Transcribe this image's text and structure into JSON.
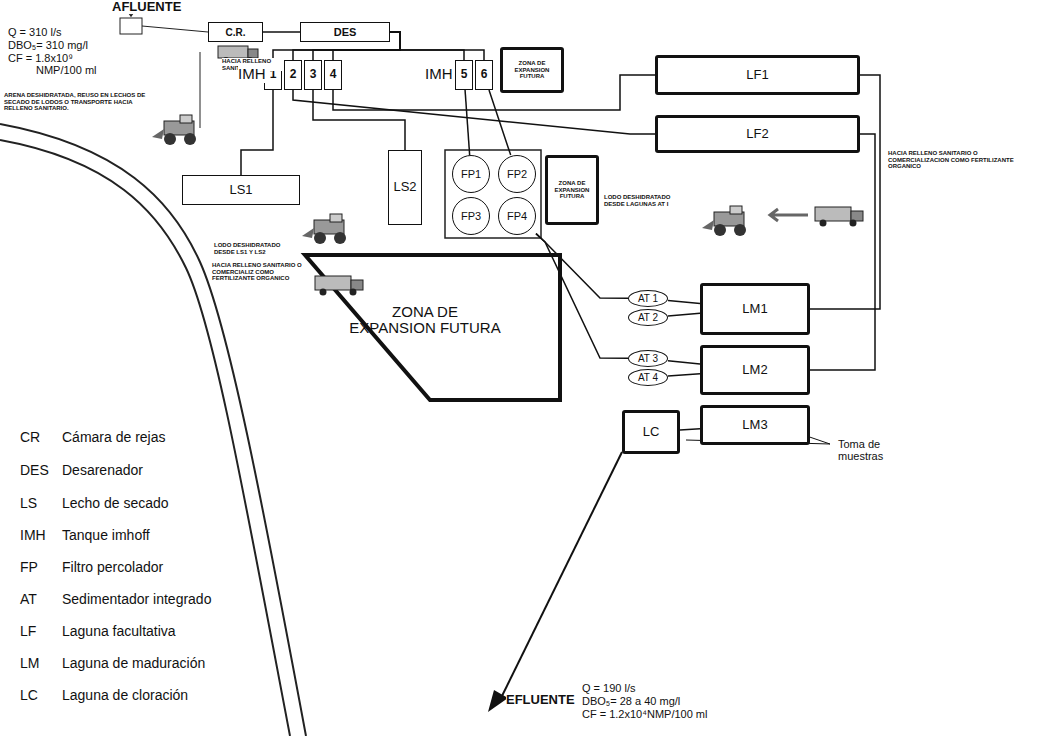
{
  "diagram": {
    "nodes": [
      {
        "text": [
          "C.R."
        ]
      },
      {
        "text": [
          "DES"
        ]
      },
      {
        "text": [
          "1"
        ]
      },
      {
        "text": [
          "2"
        ]
      },
      {
        "text": [
          "3"
        ]
      },
      {
        "text": [
          "4"
        ]
      },
      {
        "text": [
          "5"
        ]
      },
      {
        "text": [
          "6"
        ]
      },
      {
        "text": [
          "ZONA DE EXPANSION FUTURA"
        ]
      },
      {
        "text": [
          "LF1"
        ]
      },
      {
        "text": [
          "LF2"
        ]
      },
      {
        "text": [
          "LS1"
        ]
      },
      {
        "text": [
          "LS2"
        ]
      },
      {
        "text": [
          "FP1"
        ]
      },
      {
        "text": [
          "FP2"
        ]
      },
      {
        "text": [
          "FP3"
        ]
      },
      {
        "text": [
          "FP4"
        ]
      },
      {
        "text": [
          "ZONA DE EXPANSION FUTURA"
        ]
      },
      {
        "text": [
          "ZONA DE EXPANSION FUTURA"
        ]
      },
      {
        "text": [
          "AT 1"
        ]
      },
      {
        "text": [
          "AT 2"
        ]
      },
      {
        "text": [
          "AT 3"
        ]
      },
      {
        "text": [
          "AT 4"
        ]
      },
      {
        "text": [
          "LM1"
        ]
      },
      {
        "text": [
          "LM2"
        ]
      },
      {
        "text": [
          "LC"
        ]
      },
      {
        "text": [
          "LM3"
        ]
      }
    ],
    "edges": [
      {
        "from": 0,
        "to": 1,
        "arrow": "none"
      },
      {
        "from": 1,
        "to": 2,
        "arrow": "none"
      },
      {
        "from": 1,
        "to": 3,
        "arrow": "none"
      },
      {
        "from": 1,
        "to": 4,
        "arrow": "none"
      },
      {
        "from": 1,
        "to": 5,
        "arrow": "none"
      },
      {
        "from": 1,
        "to": 6,
        "arrow": "none"
      },
      {
        "from": 1,
        "to": 7,
        "arrow": "none"
      },
      {
        "from": 2,
        "to": 11,
        "arrow": "none"
      },
      {
        "from": 4,
        "to": 12,
        "arrow": "none"
      },
      {
        "from": 5,
        "to": 9,
        "arrow": "none"
      },
      {
        "from": 3,
        "to": 10,
        "arrow": "none"
      },
      {
        "from": 6,
        "to": 13,
        "arrow": "none"
      },
      {
        "from": 7,
        "to": 14,
        "arrow": "none"
      },
      {
        "from": 16,
        "to": 19,
        "arrow": "none"
      },
      {
        "from": 16,
        "to": 21,
        "arrow": "none"
      },
      {
        "from": 19,
        "to": 23,
        "arrow": "none"
      },
      {
        "from": 20,
        "to": 23,
        "arrow": "none"
      },
      {
        "from": 21,
        "to": 24,
        "arrow": "none"
      },
      {
        "from": 22,
        "to": 24,
        "arrow": "none"
      },
      {
        "from": 9,
        "to": 23,
        "arrow": "none"
      },
      {
        "from": 10,
        "to": 24,
        "arrow": "none"
      },
      {
        "from": 26,
        "to": 25,
        "arrow": "none"
      }
    ],
    "labels": [
      "AFLUENTE",
      "Q = 310 l/s",
      "DBO₅= 310 mg/l",
      "CF = 1.8x10⁹",
      "NMP/100 ml",
      "HACIA RELLENO SANITARIO",
      "ARENA DESHIDRATADA, REUSO EN LECHOS DE SECADO DE LODOS O TRANSPORTE HACIA RELLENO SANITARIO.",
      "IMH",
      "IMH",
      "LODO DESHIDRATADO DESDE LS1 Y LS2",
      "HACIA RELLENO SANITARIO O COMERCIALIZ COMO FERTILIZANTE ORGANICO",
      "LODO DESHIDRATADO DESDE LAGUNAS AT I",
      "HACIA RELLENO SANITARIO O COMERCIALIZACION COMO FERTILIZANTE ORGANICO",
      "Toma de muestras",
      "EFLUENTE",
      "Q = 190 l/s",
      "DBO₅= 28 a 40 mg/l",
      "CF = 1.2x10⁴NMP/100 ml",
      "CR",
      "Cámara de rejas",
      "DES",
      "Desarenador",
      "LS",
      "Lecho de secado",
      "IMH",
      "Tanque imhoff",
      "FP",
      "Filtro percolador",
      "AT",
      "Sedimentador integrado",
      "LF",
      "Laguna facultativa",
      "LM",
      "Laguna de maduración",
      "LC",
      "Laguna de cloración"
    ]
  }
}
